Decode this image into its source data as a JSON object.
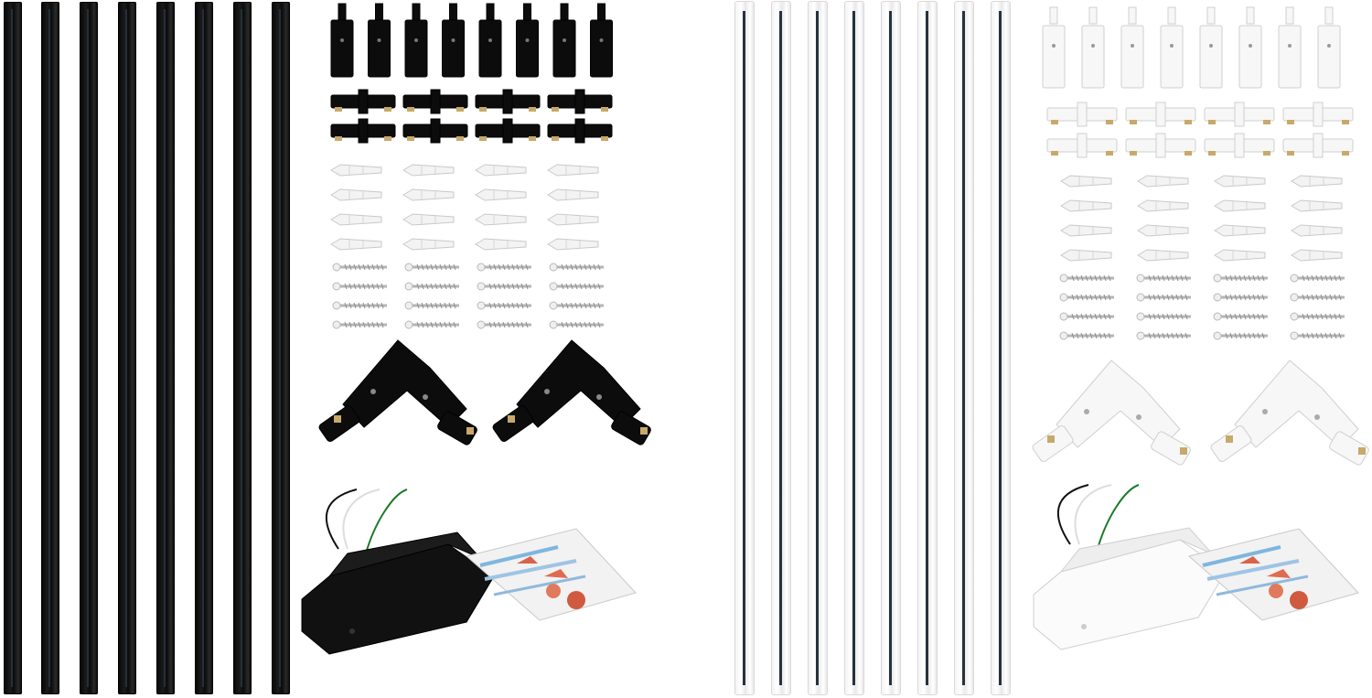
{
  "image": {
    "subject": "track-lighting-kit-product-photo",
    "variants": [
      {
        "name": "black",
        "color": "#0a0a0a",
        "accent": "#c8a96a"
      },
      {
        "name": "white",
        "color": "#f7f7f7",
        "accent": "#c8a96a"
      }
    ],
    "track_count_per_variant": 8,
    "end_cap_count_per_variant": 8,
    "straight_connector_count_per_variant": 8,
    "wall_anchor_count_per_variant": 16,
    "screw_count_per_variant": 16,
    "l_connector_count_per_variant": 2,
    "feed_box_count_per_variant": 1,
    "wire_nut_bag_count_per_variant": 1
  }
}
